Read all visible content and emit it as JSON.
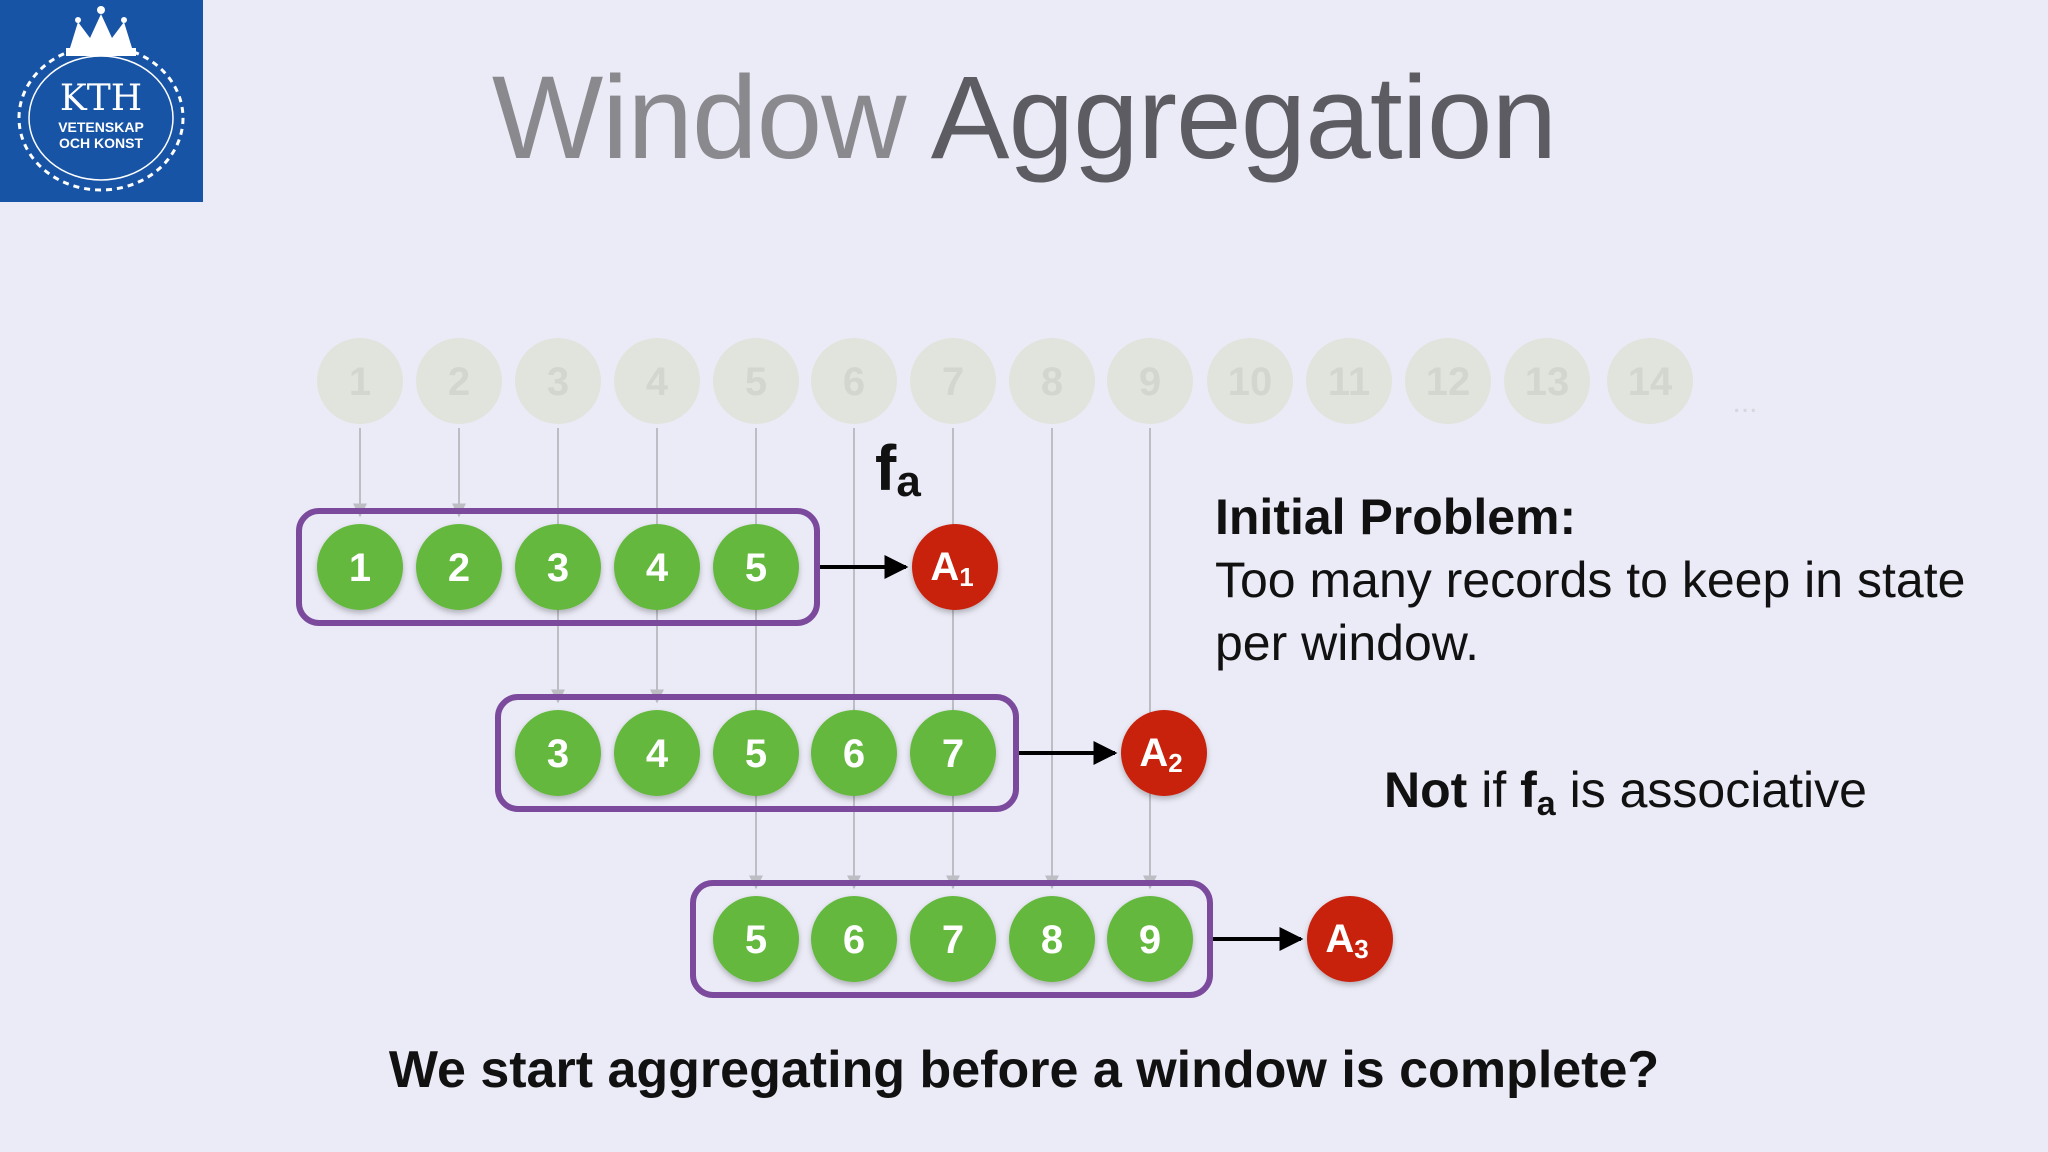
{
  "logo": {
    "name": "KTH",
    "line1": "VETENSKAP",
    "line2": "OCH KONST"
  },
  "title": {
    "part1": "Window",
    "part2": "Aggregation"
  },
  "stream": {
    "items": [
      "1",
      "2",
      "3",
      "4",
      "5",
      "6",
      "7",
      "8",
      "9",
      "10",
      "11",
      "12",
      "13",
      "14"
    ],
    "ellipsis": "..."
  },
  "function_label": {
    "main": "f",
    "sub": "a"
  },
  "windows": [
    {
      "items": [
        "1",
        "2",
        "3",
        "4",
        "5"
      ],
      "result_main": "A",
      "result_sub": "1"
    },
    {
      "items": [
        "3",
        "4",
        "5",
        "6",
        "7"
      ],
      "result_main": "A",
      "result_sub": "2"
    },
    {
      "items": [
        "5",
        "6",
        "7",
        "8",
        "9"
      ],
      "result_main": "A",
      "result_sub": "3"
    }
  ],
  "problem": {
    "heading": "Initial Problem:",
    "body": "Too many records to keep in state per window."
  },
  "associative_note": {
    "part1": "Not",
    "part2": "if",
    "f_main": "f",
    "f_sub": "a",
    "part3": "is associative"
  },
  "question": "We start aggregating before a window is complete?",
  "colors": {
    "background": "#ebebf7",
    "logo_blue": "#1854a5",
    "green": "#63b83e",
    "red": "#c8200f",
    "purple": "#7b4a9d",
    "faded": "#e0e4dc"
  }
}
